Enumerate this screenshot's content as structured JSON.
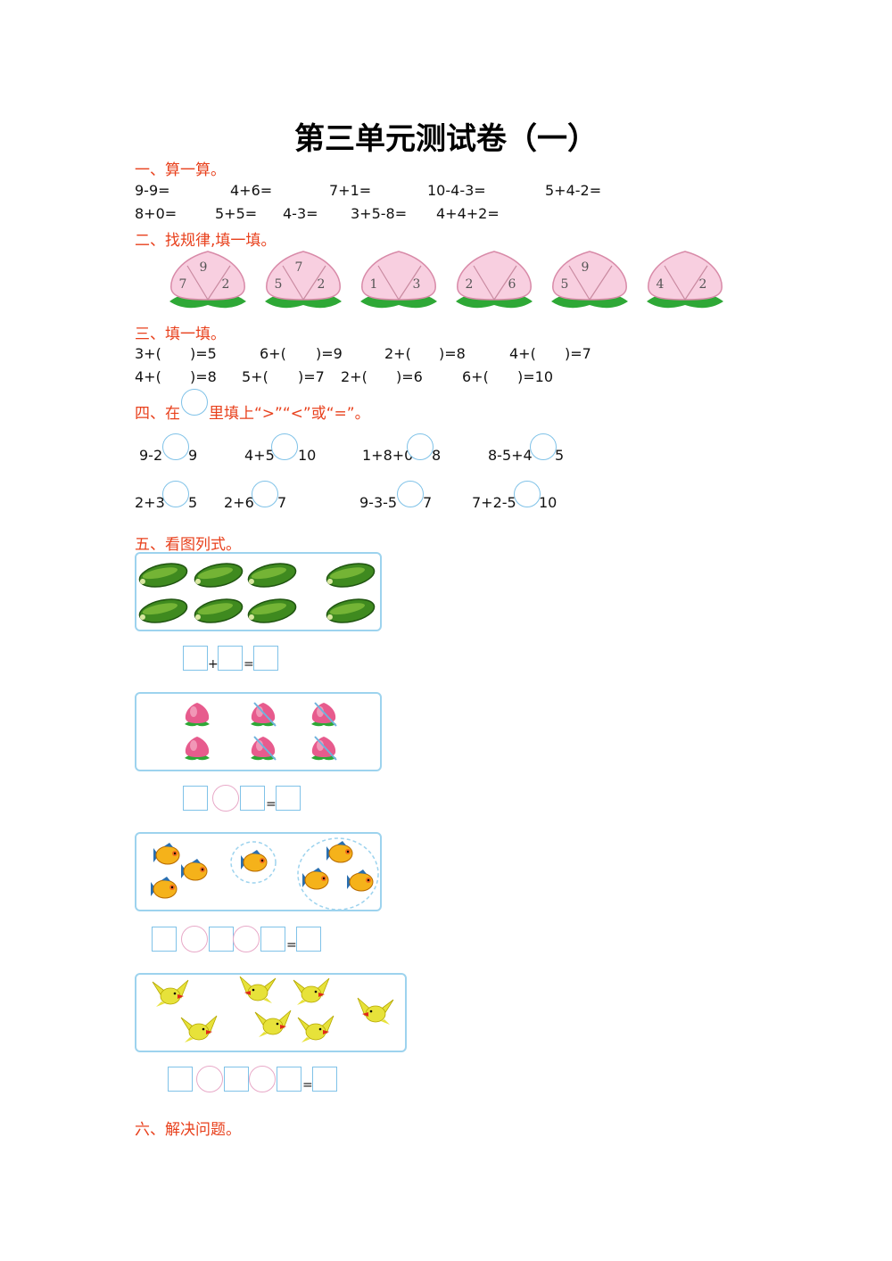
{
  "title": "第三单元测试卷（一）",
  "sections": {
    "s1": "一、算一算。",
    "s2": "二、找规律,填一填。",
    "s3": "三、填一填。",
    "s4_prefix": "四、在",
    "s4_suffix": "里填上“>”“<”或“=”。",
    "s5": "五、看图列式。",
    "s6": "六、解决问题。"
  },
  "calc": {
    "row1": [
      "9-9=",
      "4+6=",
      "7+1=",
      "10-4-3=",
      "5+4-2="
    ],
    "row2": [
      "8+0=",
      "5+5=",
      "4-3=",
      "3+5-8=",
      "4+4+2="
    ]
  },
  "peaches": [
    {
      "top": "9",
      "left": "7",
      "right": "2"
    },
    {
      "top": "7",
      "left": "5",
      "right": "2"
    },
    {
      "top": "",
      "left": "1",
      "right": "3"
    },
    {
      "top": "",
      "left": "2",
      "right": "6"
    },
    {
      "top": "9",
      "left": "5",
      "right": ""
    },
    {
      "top": "",
      "left": "4",
      "right": "2"
    }
  ],
  "fill": {
    "row1": [
      {
        "a": "3+(",
        "b": ")=5"
      },
      {
        "a": "6+(",
        "b": ")=9"
      },
      {
        "a": "2+(",
        "b": ")=8"
      },
      {
        "a": "4+(",
        "b": ")=7"
      }
    ],
    "row2": [
      {
        "a": "4+(",
        "b": ")=8"
      },
      {
        "a": "5+(",
        "b": ")=7"
      },
      {
        "a": "2+(",
        "b": ")=6"
      },
      {
        "a": "6+(",
        "b": ")=10"
      }
    ]
  },
  "compare": {
    "row1": [
      {
        "l": "9-2",
        "r": "9"
      },
      {
        "l": "4+5",
        "r": "10"
      },
      {
        "l": "1+8+0",
        "r": "8"
      },
      {
        "l": "8-5+4",
        "r": "5"
      }
    ],
    "row2": [
      {
        "l": "2+3",
        "r": "5"
      },
      {
        "l": "2+6",
        "r": "7"
      },
      {
        "l": "9-3-5",
        "r": "7"
      },
      {
        "l": "7+2-5",
        "r": "10"
      }
    ]
  },
  "pictures": {
    "plus": "+",
    "equals": "="
  },
  "colors": {
    "section": "#e8401c",
    "box_border": "#9dd3ee",
    "circle_border": "#e8a9c8",
    "peach_fill": "#f8cfe0",
    "leaf": "#2ea836"
  }
}
